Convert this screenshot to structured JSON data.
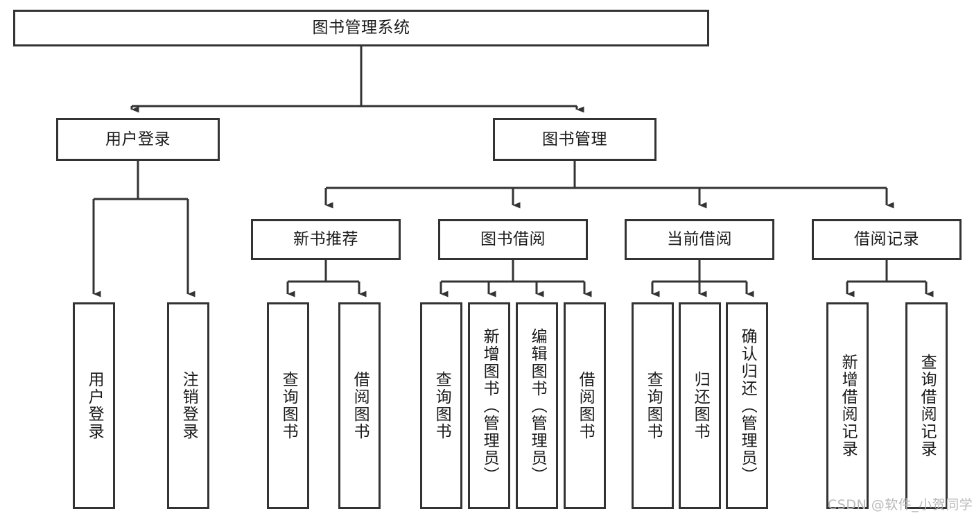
{
  "diagram": {
    "title": "图书管理系统",
    "type": "tree-hierarchy-chart",
    "root": {
      "label": "图书管理系统"
    },
    "level1": [
      {
        "label": "用户登录"
      },
      {
        "label": "图书管理"
      }
    ],
    "level2": [
      {
        "label": "新书推荐"
      },
      {
        "label": "图书借阅"
      },
      {
        "label": "当前借阅"
      },
      {
        "label": "借阅记录"
      }
    ],
    "leaves": [
      {
        "label": "用户登录"
      },
      {
        "label": "注销登录"
      },
      {
        "label": "查询图书"
      },
      {
        "label": "借阅图书"
      },
      {
        "label": "查询图书"
      },
      {
        "label": "新增图书（管理员）"
      },
      {
        "label": "编辑图书（管理员）"
      },
      {
        "label": "借阅图书"
      },
      {
        "label": "查询图书"
      },
      {
        "label": "归还图书"
      },
      {
        "label": "确认归还（管理员）"
      },
      {
        "label": "新增借阅记录"
      },
      {
        "label": "查询借阅记录"
      }
    ]
  },
  "watermark": {
    "text": "CSDN @软件_小贺同学"
  },
  "colors": {
    "stroke": "#333333",
    "background": "#ffffff",
    "text": "#1a1a1a",
    "watermark": "#b9b9b9"
  }
}
